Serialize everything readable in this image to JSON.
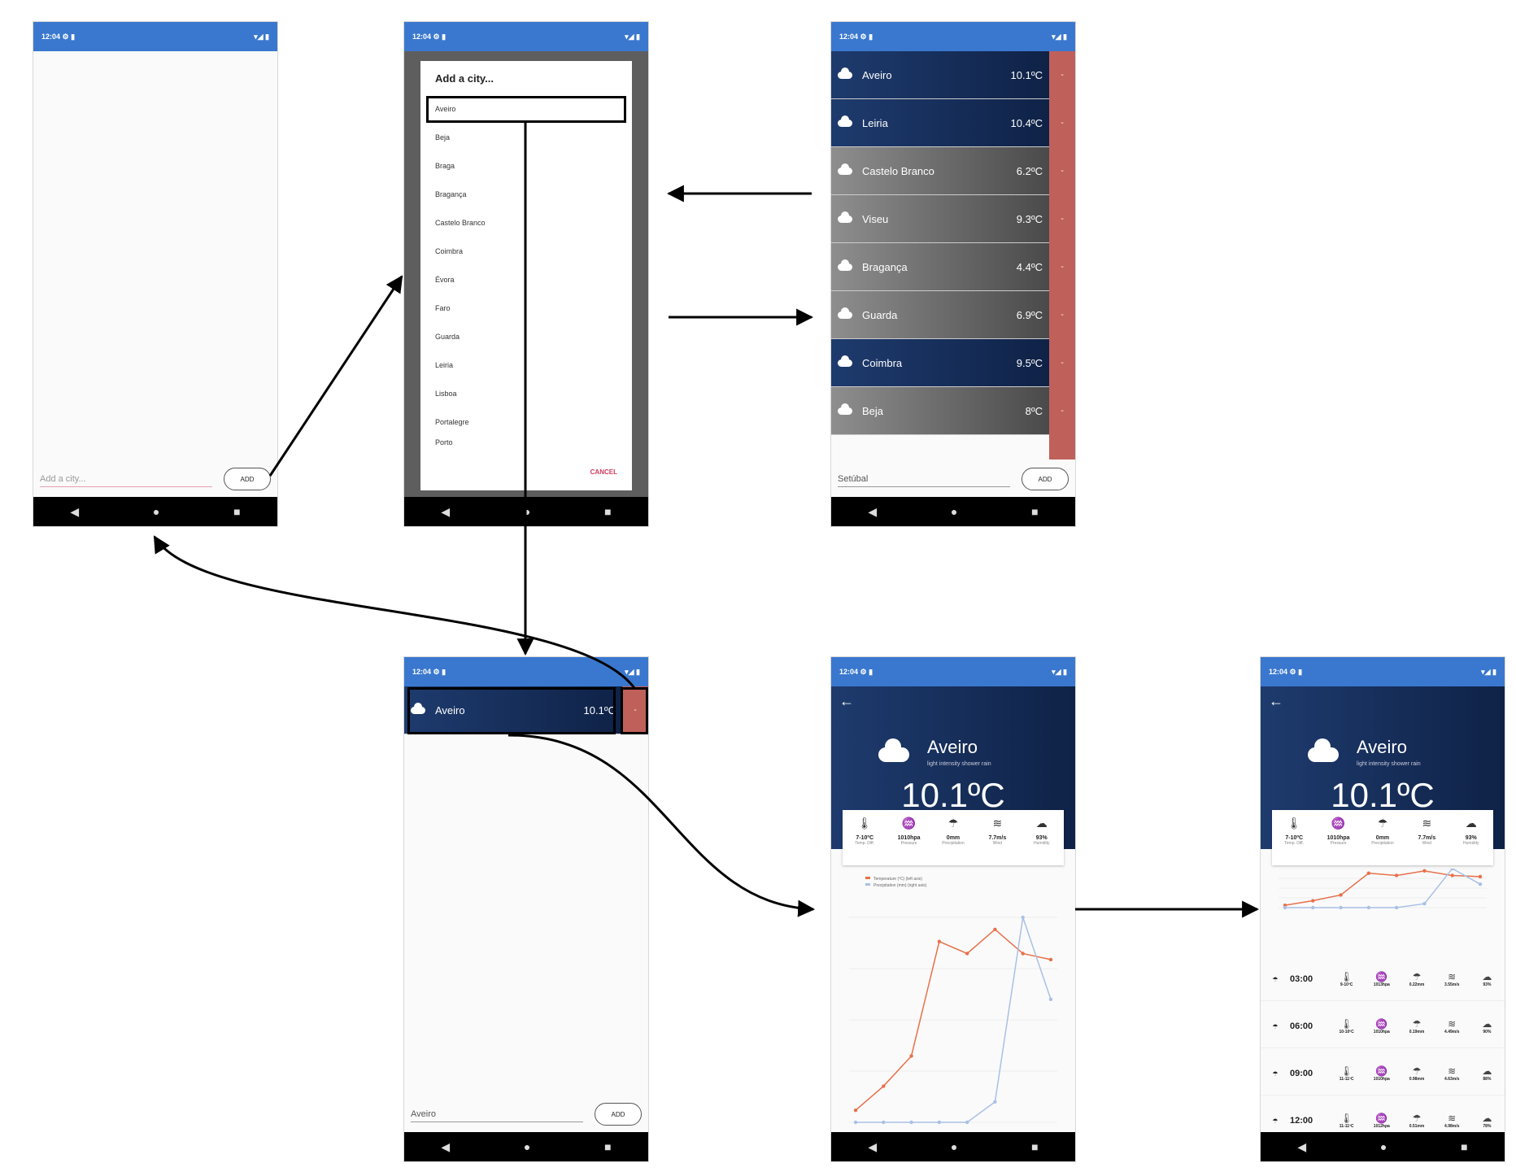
{
  "status_left": "12:04 ⚙ ▮",
  "status_right": "▾◢ ▮",
  "nav": [
    "◀",
    "●",
    "■"
  ],
  "screen1": {
    "placeholder": "Add a city...",
    "add_label": "ADD"
  },
  "screen2": {
    "title": "Add a city...",
    "items": [
      "Aveiro",
      "Beja",
      "Braga",
      "Bragança",
      "Castelo Branco",
      "Coimbra",
      "Évora",
      "Faro",
      "Guarda",
      "Leiria",
      "Lisboa",
      "Portalegre",
      "Porto"
    ],
    "cancel": "CANCEL"
  },
  "screen3": {
    "cities": [
      {
        "name": "Aveiro",
        "temp": "10.1ºC",
        "style": "blue"
      },
      {
        "name": "Leiria",
        "temp": "10.4ºC",
        "style": "blue"
      },
      {
        "name": "Castelo Branco",
        "temp": "6.2ºC",
        "style": "grey"
      },
      {
        "name": "Viseu",
        "temp": "9.3ºC",
        "style": "grey"
      },
      {
        "name": "Bragança",
        "temp": "4.4ºC",
        "style": "grey"
      },
      {
        "name": "Guarda",
        "temp": "6.9ºC",
        "style": "grey"
      },
      {
        "name": "Coimbra",
        "temp": "9.5ºC",
        "style": "blue"
      },
      {
        "name": "Beja",
        "temp": "8ºC",
        "style": "grey"
      }
    ],
    "delete_symbol": "-",
    "input_value": "Setúbal",
    "add_label": "ADD"
  },
  "screen4": {
    "city": "Aveiro",
    "temp": "10.1ºC",
    "delete_symbol": "-",
    "input_value": "Aveiro",
    "add_label": "ADD"
  },
  "detail": {
    "back": "←",
    "city": "Aveiro",
    "subtitle": "light intensity shower rain",
    "temp": "10.1ºC",
    "stats": [
      {
        "icon": "🌡",
        "value": "7-10ºC",
        "label": "Temp. Diff."
      },
      {
        "icon": "♒",
        "value": "1010hpa",
        "label": "Pressure"
      },
      {
        "icon": "☂",
        "value": "0mm",
        "label": "Precipitation"
      },
      {
        "icon": "≋",
        "value": "7.7m/s",
        "label": "Wind"
      },
      {
        "icon": "☁",
        "value": "93%",
        "label": "Humidity"
      }
    ],
    "legend": [
      "Temperature (ºC) (left axis)",
      "Precipitation (mm) (right axis)"
    ]
  },
  "chart_data": {
    "type": "line",
    "series": [
      {
        "name": "Temperature (ºC) (left axis)",
        "values": [
          7.0,
          7.4,
          7.9,
          9.8,
          9.6,
          10.0,
          9.6,
          9.5
        ]
      },
      {
        "name": "Precipitation (mm) (right axis)",
        "values": [
          0,
          0,
          0,
          0,
          0,
          0.1,
          1.0,
          0.6
        ]
      }
    ],
    "colors": [
      "#e8704a",
      "#a9c0e6"
    ]
  },
  "hourly": [
    {
      "time": "03:00",
      "values": [
        "9-10ºC",
        "1013hpa",
        "0.22mm",
        "3.55m/s",
        "93%"
      ]
    },
    {
      "time": "06:00",
      "values": [
        "10-10ºC",
        "1010hpa",
        "0.19mm",
        "4.49m/s",
        "90%"
      ]
    },
    {
      "time": "09:00",
      "values": [
        "11-11ºC",
        "1010hpa",
        "0.98mm",
        "4.63m/s",
        "88%"
      ]
    },
    {
      "time": "12:00",
      "values": [
        "11-11ºC",
        "1012hpa",
        "0.51mm",
        "4.98m/s",
        "78%"
      ]
    }
  ],
  "hourly_icons": [
    "🌡",
    "♒",
    "☂",
    "≋",
    "☁"
  ]
}
